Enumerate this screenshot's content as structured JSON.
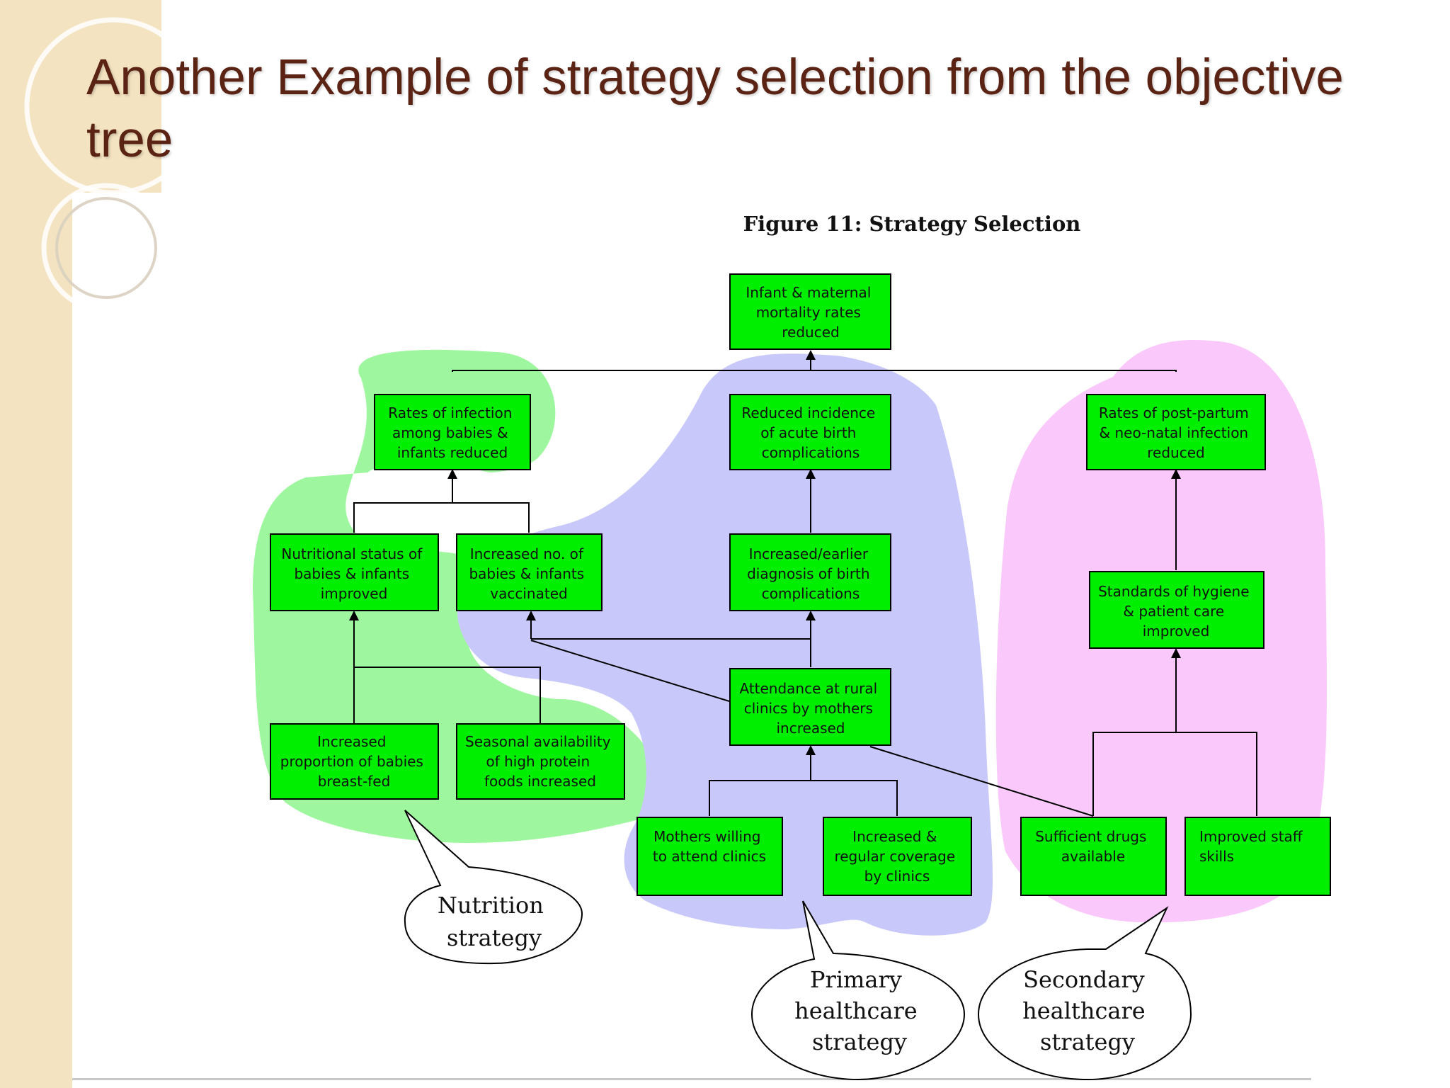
{
  "slide": {
    "title": "Another Example of strategy selection from the objective tree"
  },
  "figure": {
    "title": "Figure 11: Strategy Selection",
    "nodes": {
      "top": [
        "Infant & maternal",
        "mortality rates",
        "reduced"
      ],
      "infection_babies": [
        "Rates of infection",
        "among babies &",
        "infants reduced"
      ],
      "birth_complications": [
        "Reduced incidence",
        "of acute birth",
        "complications"
      ],
      "postpartum_infection": [
        "Rates of post-partum",
        "& neo-natal infection",
        "reduced"
      ],
      "nutritional_status": [
        "Nutritional status of",
        "babies & infants",
        "improved"
      ],
      "vaccinated": [
        "Increased no. of",
        "babies & infants",
        "vaccinated"
      ],
      "diagnosis": [
        "Increased/earlier",
        "diagnosis of birth",
        "complications"
      ],
      "hygiene": [
        "Standards of hygiene",
        "& patient care",
        "improved"
      ],
      "breast_fed": [
        "Increased",
        "proportion of babies",
        "breast-fed"
      ],
      "seasonal_protein": [
        "Seasonal availability",
        "of high protein",
        "foods increased"
      ],
      "clinic_attendance": [
        "Attendance at rural",
        "clinics by mothers",
        "increased"
      ],
      "mothers_willing": [
        "Mothers willing",
        "to attend clinics"
      ],
      "clinic_coverage": [
        "Increased &",
        "regular coverage",
        "by clinics"
      ],
      "sufficient_drugs": [
        "Sufficient drugs",
        "available"
      ],
      "staff_skills": [
        "Improved staff",
        "skills"
      ]
    },
    "callouts": {
      "nutrition": [
        "Nutrition",
        "strategy"
      ],
      "primary": [
        "Primary",
        "healthcare",
        "strategy"
      ],
      "secondary": [
        "Secondary",
        "healthcare",
        "strategy"
      ]
    },
    "colors": {
      "node_fill": "#00ee00",
      "nutrition_region": "#9ef79e",
      "primary_region": "#c8c8fa",
      "secondary_region": "#fac8fa",
      "title_color": "#5a2314"
    }
  }
}
